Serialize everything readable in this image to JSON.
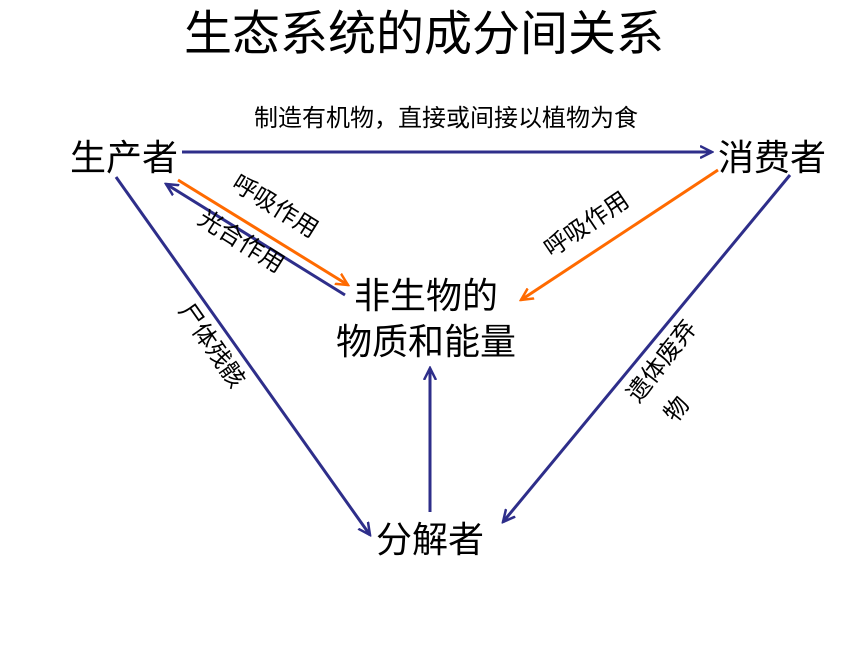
{
  "title": "生态系统的成分间关系",
  "nodes": {
    "producer": "生产者",
    "consumer": "消费者",
    "abiotic_line1": "非生物的",
    "abiotic_line2": "物质和能量",
    "decomposer": "分解者"
  },
  "edges": {
    "producer_to_consumer": "制造有机物，直接或间接以植物为食",
    "producer_respiration": "呼吸作用",
    "photosynthesis": "光合作用",
    "consumer_respiration": "呼吸作用",
    "producer_remains": "尸体残骸",
    "consumer_waste_line1": "遗体废弃",
    "consumer_waste_line2": "物"
  },
  "colors": {
    "blue_arrow": "#2E2E8A",
    "orange_arrow": "#FF6A00",
    "text": "#000000"
  }
}
